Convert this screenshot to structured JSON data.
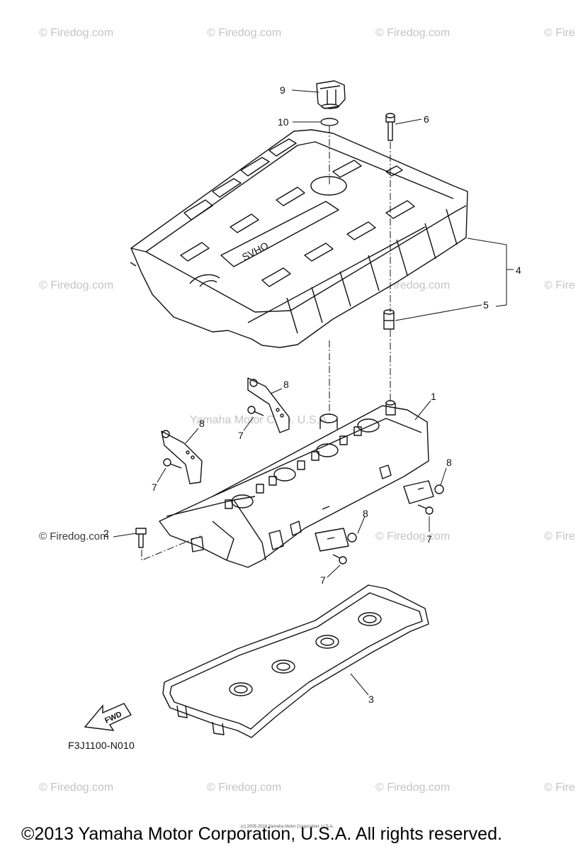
{
  "watermarks": {
    "firedog": "© Firedog.com",
    "firedog_cut": "© Fire",
    "firedog_label": "© Firedog.com",
    "yamaha": "Yamaha Motor Corp. U.S.A."
  },
  "callouts": {
    "c1": "1",
    "c2": "2",
    "c3": "3",
    "c4": "4",
    "c5": "5",
    "c6": "6",
    "c7": "7",
    "c8": "8",
    "c9": "9",
    "c10": "10"
  },
  "fwd_label": "FWD",
  "diagram_code": "F3J1100-N010",
  "footer_copyright": "©2013 Yamaha Motor Corporation, U.S.A. All rights reserved.",
  "footer_small": "(c) 2005 2016 Yamaha Motor Corporation, U.S.A.",
  "cover_badge": "SVHO"
}
